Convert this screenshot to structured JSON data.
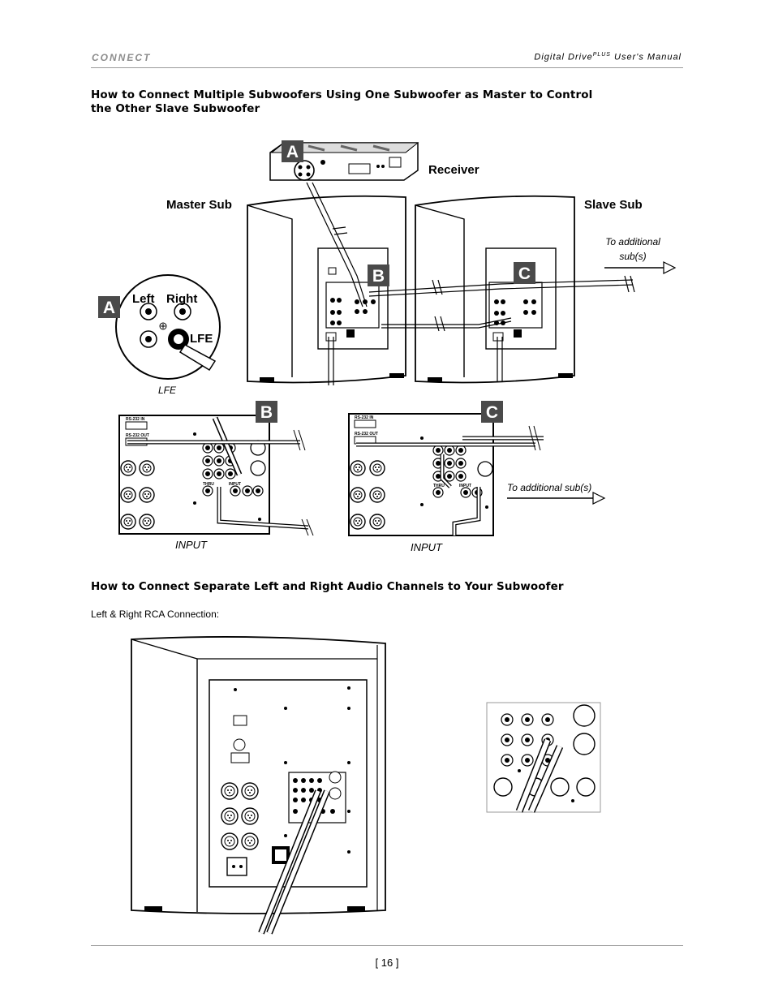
{
  "header": {
    "section": "CONNECT",
    "manual_title_main": "Digital Drive",
    "manual_title_sup": "PLUS",
    "manual_title_rest": " User's Manual"
  },
  "section1": {
    "heading_line1": "How to Connect Multiple Subwoofers Using One Subwoofer as Master to Control",
    "heading_line2": "the Other Slave Subwoofer"
  },
  "diagram1": {
    "callout_a": "A",
    "callout_b": "B",
    "callout_c": "C",
    "receiver_label": "Receiver",
    "master_label": "Master Sub",
    "slave_label": "Slave Sub",
    "additional_line1": "To additional",
    "additional_line2": "sub(s)",
    "left_label": "Left",
    "right_label": "Right",
    "lfe_label": "LFE",
    "lfe_caption": "LFE",
    "rs232_in": "RS-232 IN",
    "rs232_out": "RS-232 OUT",
    "thru": "THRU",
    "input_small": "INPUT",
    "input_caption_b": "INPUT",
    "input_caption_c": "INPUT",
    "additional_subs_c": "To additional sub(s)"
  },
  "section2": {
    "heading": "How to Connect Separate Left and Right Audio Channels to Your Subwoofer",
    "subtext": "Left & Right RCA Connection:"
  },
  "footer": {
    "page_number": "[ 16 ]"
  }
}
